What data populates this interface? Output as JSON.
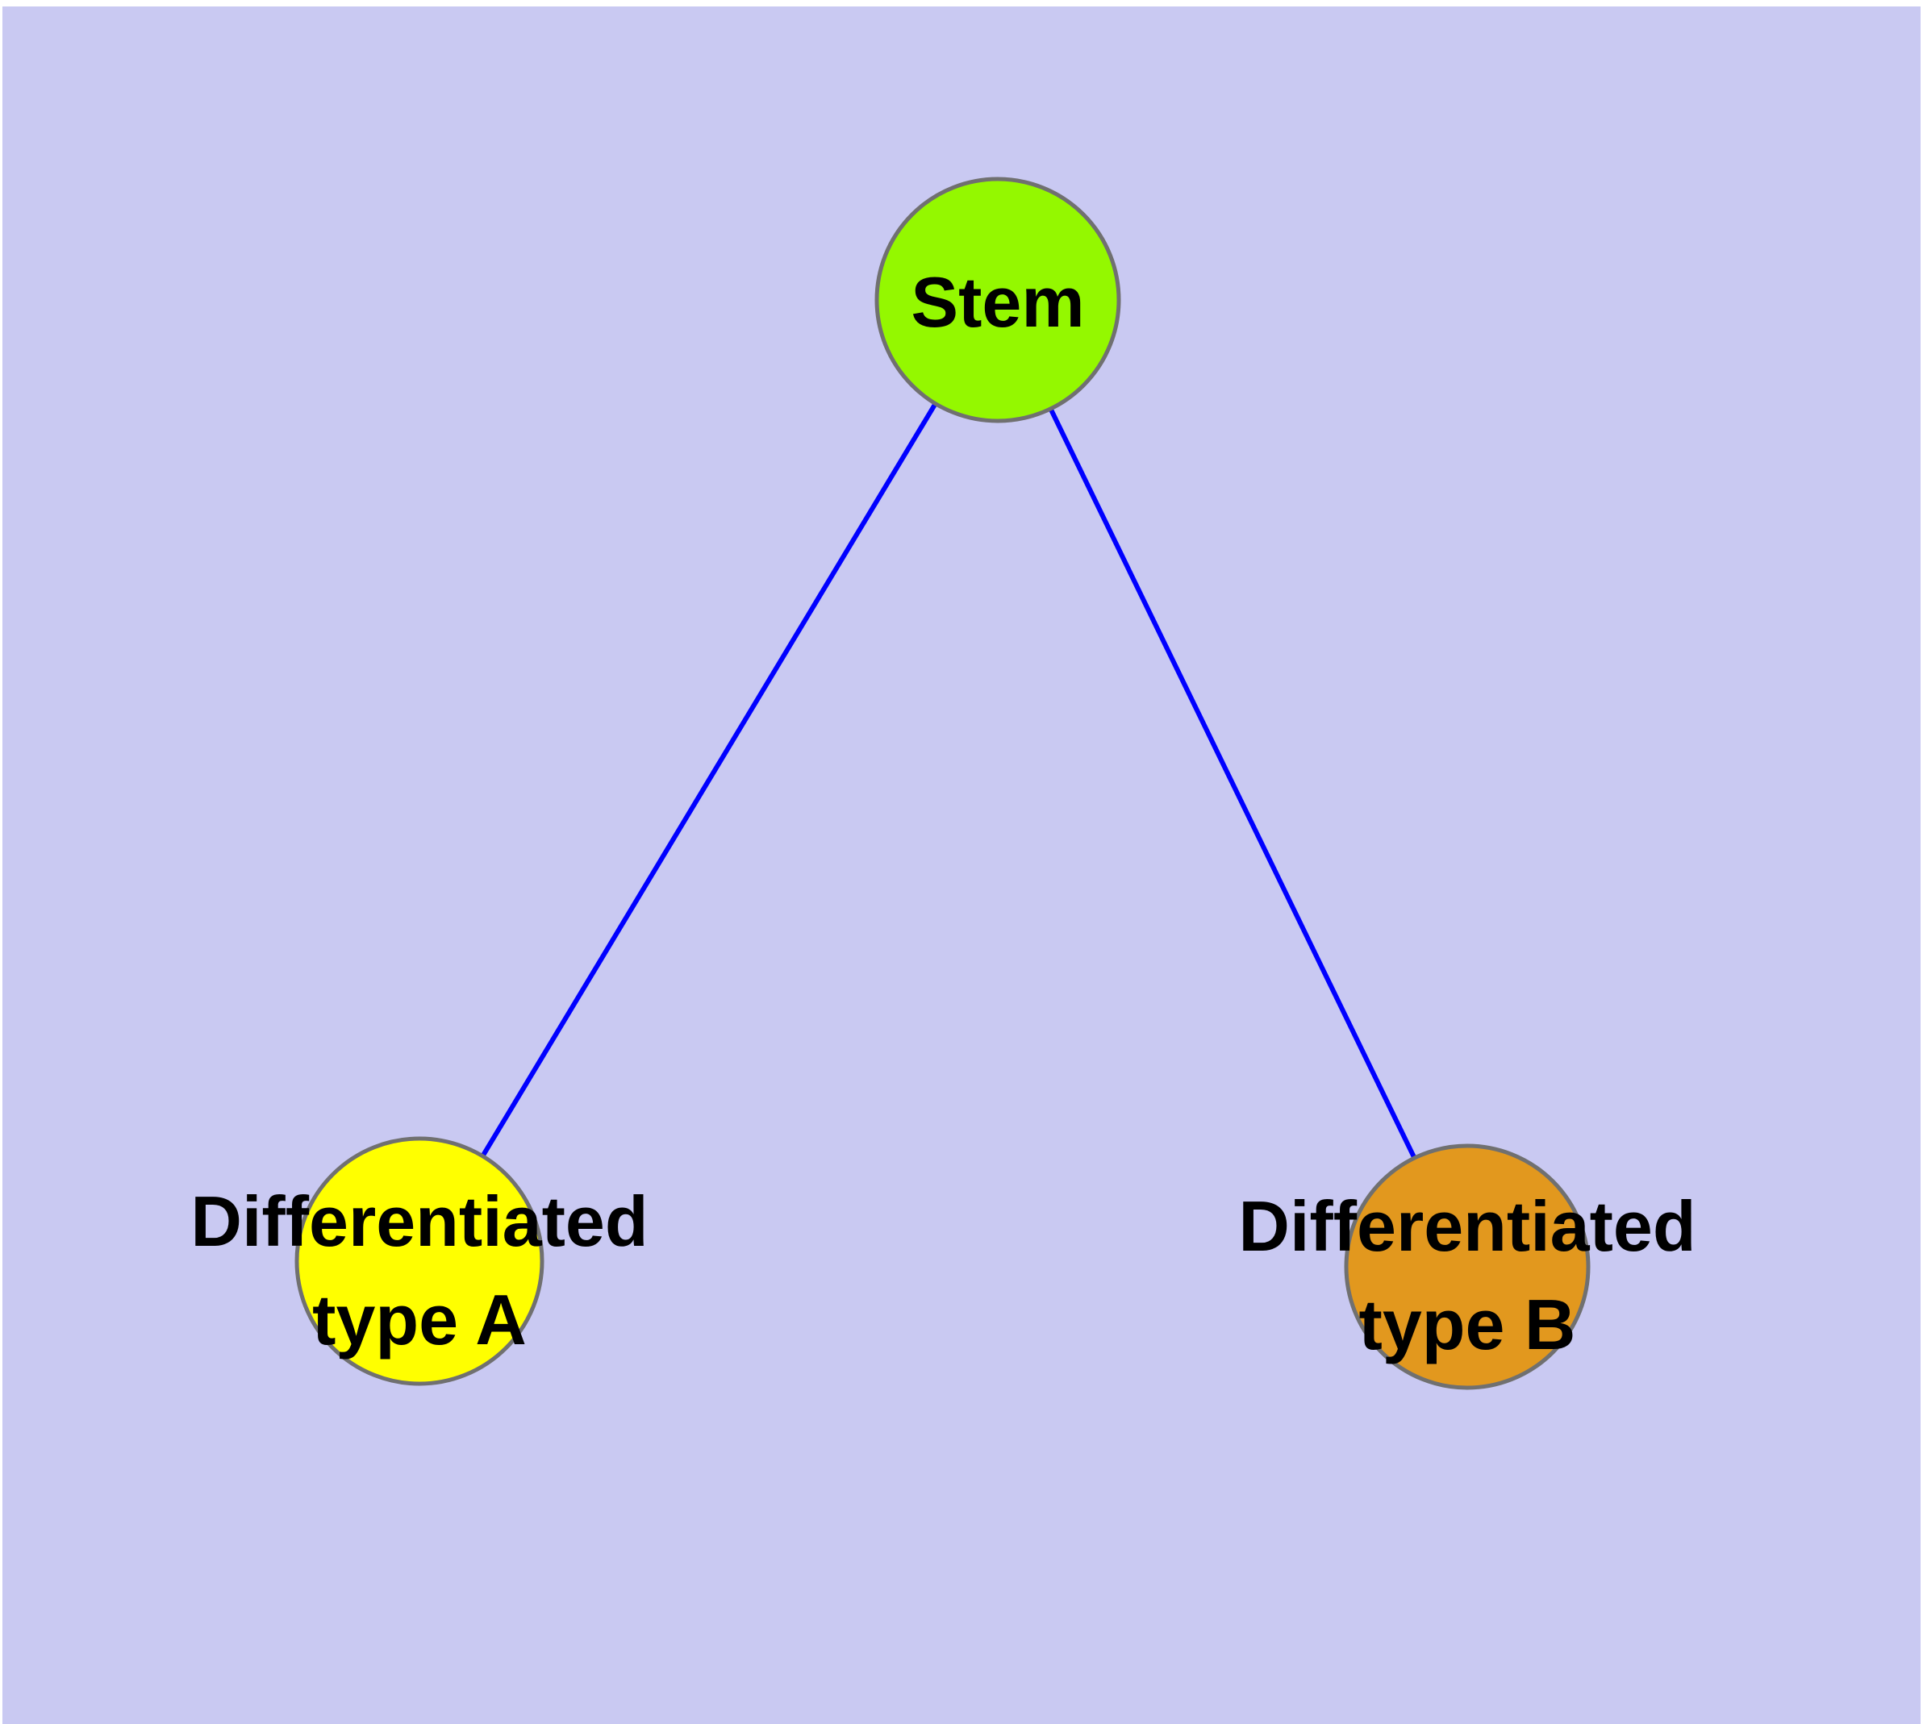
{
  "diagram": {
    "background_color": "#c9c9f2",
    "frame_color": "#ffffff",
    "edge_color": "#0000ff",
    "node_border_color": "#707070",
    "nodes": [
      {
        "id": "stem",
        "label": "Stem",
        "fill": "#94f800"
      },
      {
        "id": "differentiated-type-a",
        "label": "Differentiated type A",
        "label_line1": "Differentiated",
        "label_line2": "type A",
        "fill": "#ffff00"
      },
      {
        "id": "differentiated-type-b",
        "label": "Differentiated type B",
        "label_line1": "Differentiated",
        "label_line2": "type B",
        "fill": "#e2981e"
      }
    ],
    "edges": [
      {
        "from": "Stem",
        "to": "Differentiated type A"
      },
      {
        "from": "Stem",
        "to": "Differentiated type B"
      }
    ]
  }
}
